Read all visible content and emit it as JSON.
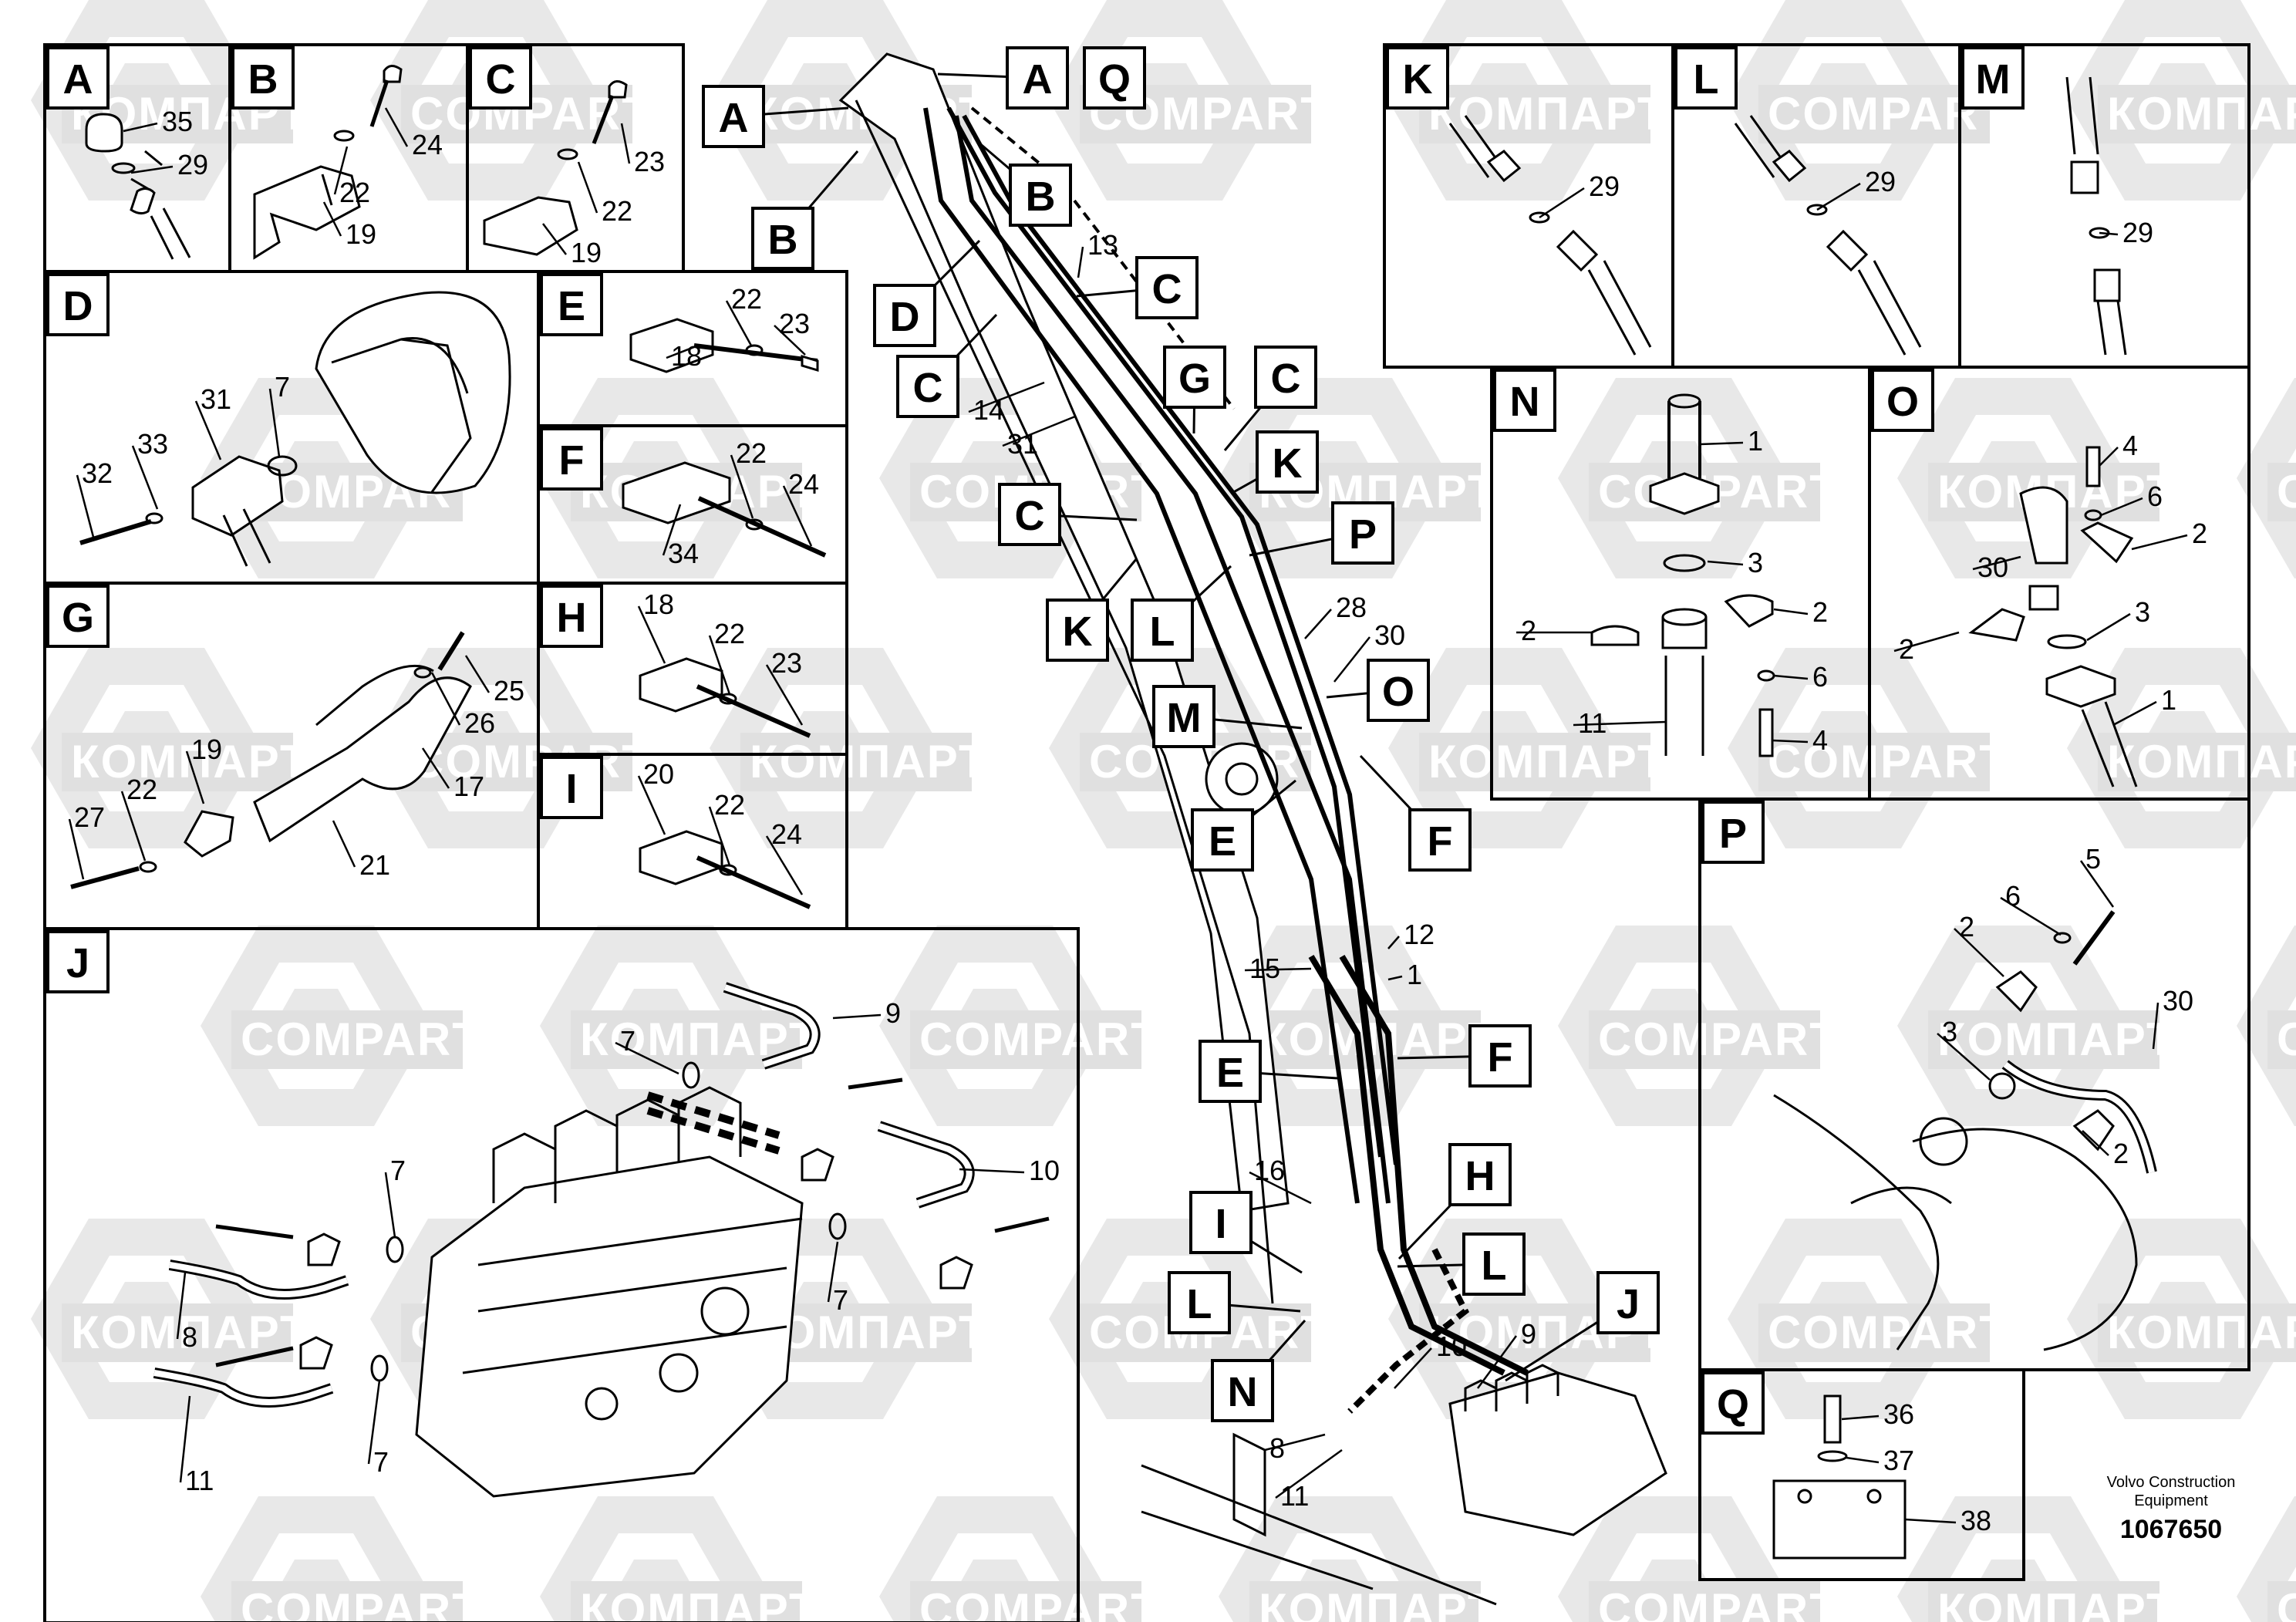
{
  "watermark": {
    "lat": "COMPART",
    "cyr": "КОМПАРТ"
  },
  "footer": {
    "line1": "Volvo Construction",
    "line2": "Equipment",
    "doc_no": "1067650"
  },
  "panels": {
    "A": {
      "label": "A",
      "parts": [
        "35",
        "29"
      ]
    },
    "B": {
      "label": "B",
      "parts": [
        "24",
        "22",
        "19"
      ]
    },
    "C": {
      "label": "C",
      "parts": [
        "23",
        "22",
        "19"
      ]
    },
    "D": {
      "label": "D",
      "parts": [
        "31",
        "7",
        "33",
        "32"
      ]
    },
    "E": {
      "label": "E",
      "parts": [
        "22",
        "23",
        "18"
      ]
    },
    "F": {
      "label": "F",
      "parts": [
        "22",
        "24",
        "34"
      ]
    },
    "G": {
      "label": "G",
      "parts": [
        "25",
        "26",
        "17",
        "19",
        "22",
        "27",
        "21"
      ]
    },
    "H": {
      "label": "H",
      "parts": [
        "18",
        "22",
        "23"
      ]
    },
    "I": {
      "label": "I",
      "parts": [
        "20",
        "22",
        "24"
      ]
    },
    "J": {
      "label": "J",
      "parts": [
        "9",
        "7",
        "7",
        "10",
        "7",
        "8",
        "7",
        "11"
      ]
    },
    "K": {
      "label": "K",
      "parts": [
        "29"
      ]
    },
    "L": {
      "label": "L",
      "parts": [
        "29"
      ]
    },
    "M": {
      "label": "M",
      "parts": [
        "29"
      ]
    },
    "N": {
      "label": "N",
      "parts": [
        "1",
        "3",
        "2",
        "2",
        "6",
        "11",
        "4"
      ]
    },
    "O": {
      "label": "O",
      "parts": [
        "4",
        "6",
        "30",
        "2",
        "2",
        "3",
        "1"
      ]
    },
    "P": {
      "label": "P",
      "parts": [
        "5",
        "6",
        "2",
        "30",
        "3",
        "2"
      ]
    },
    "Q": {
      "label": "Q",
      "parts": [
        "36",
        "37",
        "38"
      ]
    }
  },
  "main": {
    "callouts": [
      "A",
      "Q",
      "A",
      "B",
      "B",
      "D",
      "C",
      "C",
      "G",
      "C",
      "K",
      "C",
      "P",
      "K",
      "L",
      "O",
      "M",
      "E",
      "F",
      "E",
      "F",
      "H",
      "I",
      "L",
      "L",
      "N",
      "J"
    ],
    "parts": [
      "13",
      "14",
      "31",
      "28",
      "30",
      "15",
      "12",
      "1",
      "16",
      "10",
      "9",
      "8",
      "11"
    ]
  }
}
